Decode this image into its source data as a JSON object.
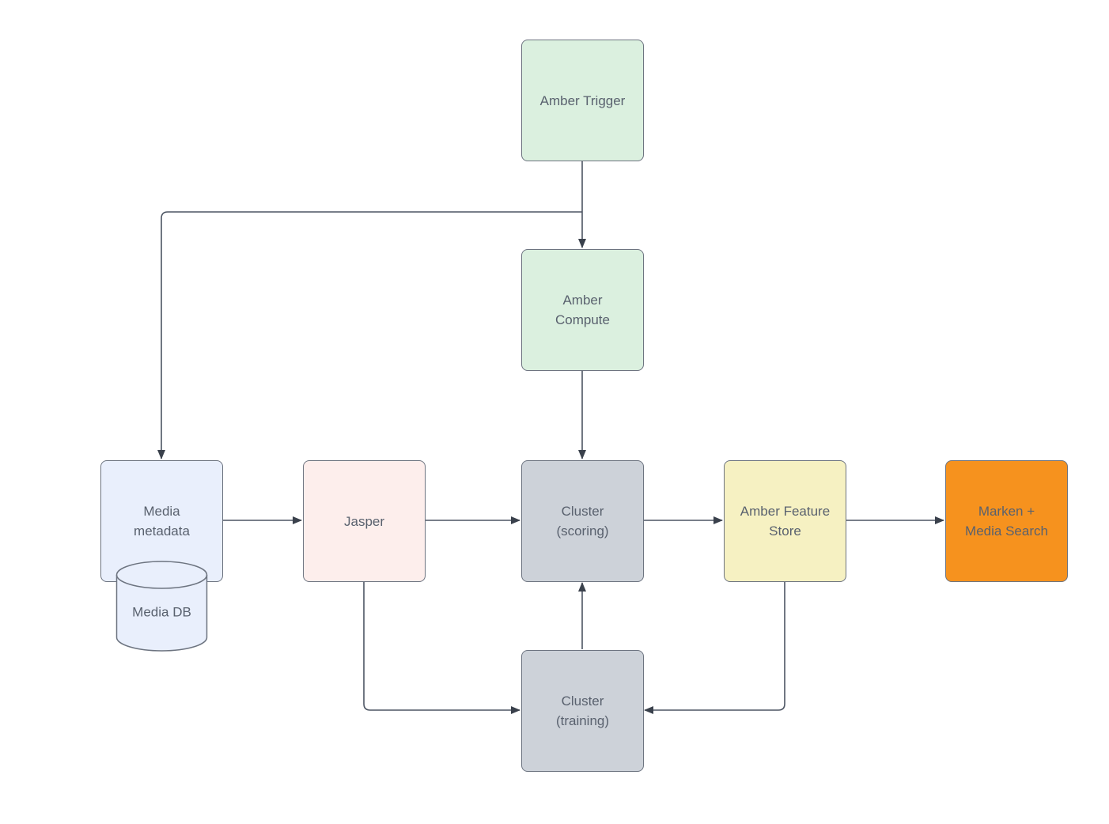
{
  "colors": {
    "background": "#ffffff",
    "node_border": "#6d7480",
    "edge_line": "#4d5563",
    "arrowhead": "#3a414c",
    "text": "#59616e",
    "green_fill": "#dbf0df",
    "blue_fill": "#e9effc",
    "pink_fill": "#fdeeec",
    "gray_fill": "#cdd2d9",
    "yellow_fill": "#f6f1c2",
    "orange_fill": "#f6921e"
  },
  "nodes": {
    "amber_trigger": {
      "label": "Amber Trigger",
      "fill": "#dbf0df"
    },
    "amber_compute": {
      "label": "Amber\nCompute",
      "fill": "#dbf0df"
    },
    "media_metadata": {
      "label": "Media\nmetadata",
      "fill": "#e9effc"
    },
    "media_db": {
      "label": "Media DB",
      "fill": "#e9effc"
    },
    "jasper": {
      "label": "Jasper",
      "fill": "#fdeeec"
    },
    "cluster_scoring": {
      "label": "Cluster\n(scoring)",
      "fill": "#cdd2d9"
    },
    "amber_feature_store": {
      "label": "Amber Feature\nStore",
      "fill": "#f6f1c2"
    },
    "marken_media_search": {
      "label": "Marken +\nMedia Search",
      "fill": "#f6921e"
    },
    "cluster_training": {
      "label": "Cluster\n(training)",
      "fill": "#cdd2d9"
    }
  },
  "edges": [
    {
      "from": "amber_trigger",
      "to": "amber_compute"
    },
    {
      "from": "amber_trigger",
      "to": "media_metadata"
    },
    {
      "from": "amber_compute",
      "to": "cluster_scoring"
    },
    {
      "from": "media_metadata",
      "to": "jasper"
    },
    {
      "from": "jasper",
      "to": "cluster_scoring"
    },
    {
      "from": "cluster_scoring",
      "to": "amber_feature_store"
    },
    {
      "from": "amber_feature_store",
      "to": "marken_media_search"
    },
    {
      "from": "jasper",
      "to": "cluster_training"
    },
    {
      "from": "amber_feature_store",
      "to": "cluster_training"
    },
    {
      "from": "cluster_training",
      "to": "cluster_scoring"
    }
  ]
}
